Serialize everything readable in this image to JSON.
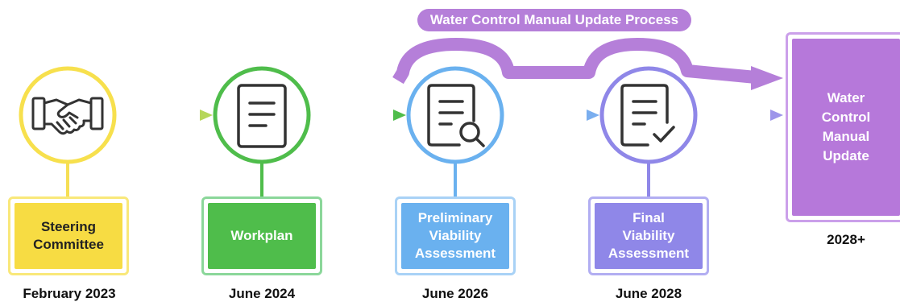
{
  "banner": {
    "label": "Water Control Manual Update Process"
  },
  "milestones": [
    {
      "box_label": "Steering Committee",
      "date": "February 2023",
      "icon": "handshake-icon",
      "color": "#f7dc43"
    },
    {
      "box_label": "Workplan",
      "date": "June 2024",
      "icon": "document-icon",
      "color": "#4fbd4b"
    },
    {
      "box_label": "Preliminary Viability Assessment",
      "date": "June 2026",
      "icon": "document-search-icon",
      "color": "#6ab1ef"
    },
    {
      "box_label": "Final Viability Assessment",
      "date": "June 2028",
      "icon": "document-check-icon",
      "color": "#8f87e8"
    }
  ],
  "final": {
    "label": "Water Control Manual Update",
    "date": "2028+",
    "color": "#b678da"
  }
}
